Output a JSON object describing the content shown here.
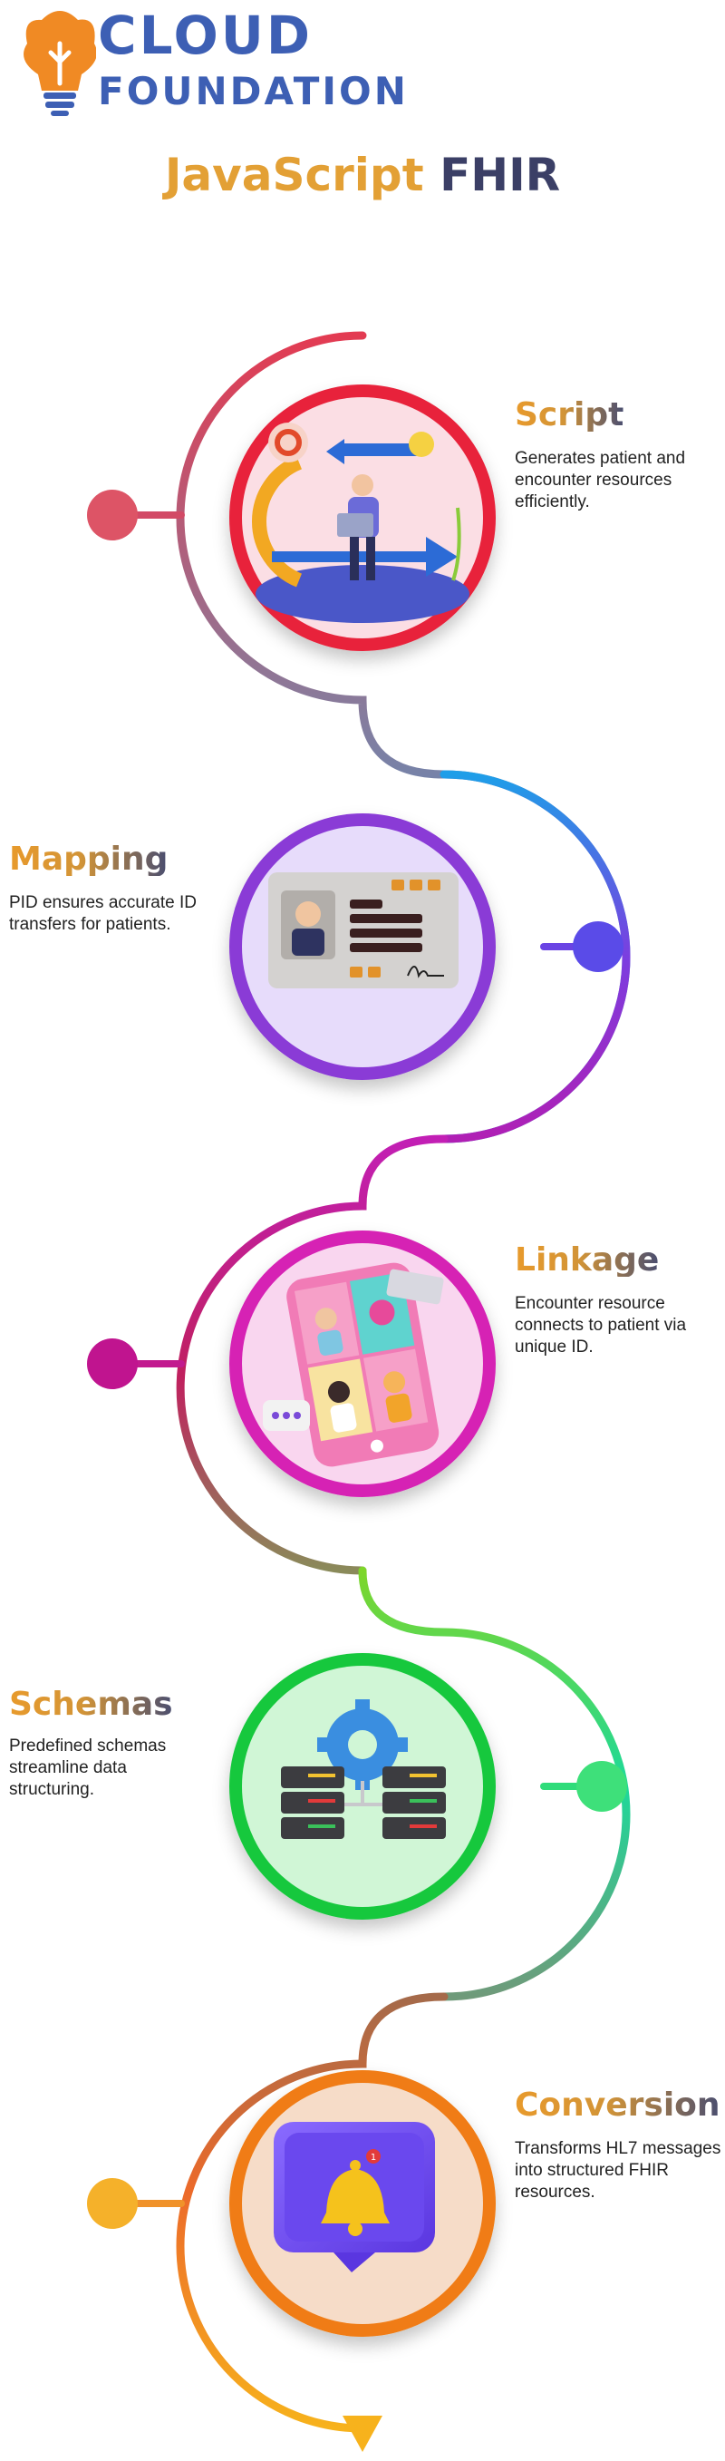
{
  "logo": {
    "line1": "CLOUD",
    "line2": "FOUNDATION"
  },
  "title": {
    "part1": "JavaScript",
    "part2": "FHIR"
  },
  "colors": {
    "script": "#e8203a",
    "mapping": "#8a3ad6",
    "linkage": "#d622b4",
    "schemas": "#18c83e",
    "conversion": "#f07c12",
    "title_orange": "#e3a035",
    "title_navy": "#3b3f66",
    "logo_blue": "#3d5fb4",
    "logo_orange": "#f08a24"
  },
  "steps": [
    {
      "title": "Script",
      "description": "Generates patient and encounter resources efficiently.",
      "icon": "developer-cycle-icon"
    },
    {
      "title": "Mapping",
      "description": "PID ensures accurate ID transfers for patients.",
      "icon": "id-card-icon"
    },
    {
      "title": "Linkage",
      "description": "Encounter resource connects to patient via unique ID.",
      "icon": "phone-contacts-icon"
    },
    {
      "title": "Schemas",
      "description": "Predefined schemas streamline data structuring.",
      "icon": "server-gear-icon"
    },
    {
      "title": "Conversion",
      "description": "Transforms HL7 messages into structured FHIR resources.",
      "icon": "notification-bell-icon"
    }
  ]
}
